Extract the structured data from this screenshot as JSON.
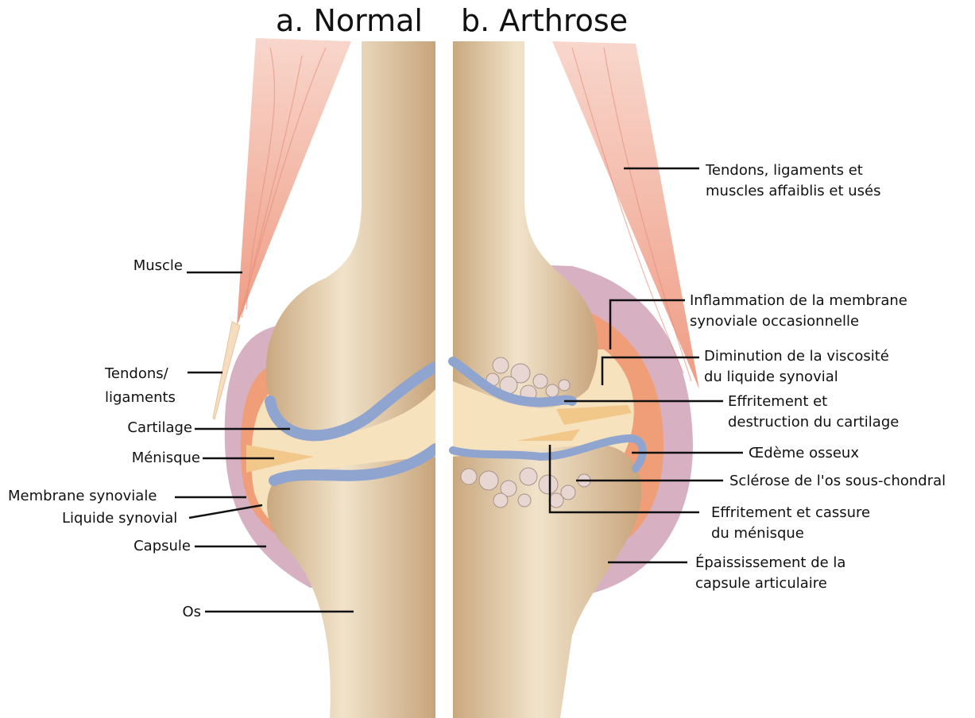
{
  "titles": {
    "normal": "a. Normal",
    "arthrose": "b. Arthrose"
  },
  "left_labels": {
    "muscle": "Muscle",
    "tendons_1": "Tendons/",
    "tendons_2": "ligaments",
    "cartilage": "Cartilage",
    "menisque": "Ménisque",
    "membrane": "Membrane synoviale",
    "liquide": "Liquide synovial",
    "capsule": "Capsule",
    "os": "Os"
  },
  "right_labels": {
    "tendons_1": "Tendons, ligaments et",
    "tendons_2": "muscles  affaiblis et usés",
    "inflammation_1": "Inflammation de la membrane",
    "inflammation_2": "synoviale occasionnelle",
    "viscosite_1": "Diminution de la viscosité",
    "viscosite_2": "du liquide synovial",
    "effritement_1": "Effritement et",
    "effritement_2": "destruction du cartilage",
    "oedeme": "Œdème osseux",
    "sclerose": "Sclérose de l'os sous-chondral",
    "cassure_1": "Effritement et cassure",
    "cassure_2": "du ménisque",
    "epaississement_1": "Épaississement de la",
    "epaississement_2": "capsule articulaire"
  },
  "colors": {
    "bone": "#d9bf9a",
    "bone_light": "#f3e6cf",
    "cartilage": "#8fa4cf",
    "capsule": "#d7b1c2",
    "synovial_membrane": "#ef9e78",
    "fluid": "#f6e2bd",
    "muscle": "#f2b3a4",
    "tendon": "#f6ddc0",
    "osteophyte": "#e8d6d2"
  }
}
